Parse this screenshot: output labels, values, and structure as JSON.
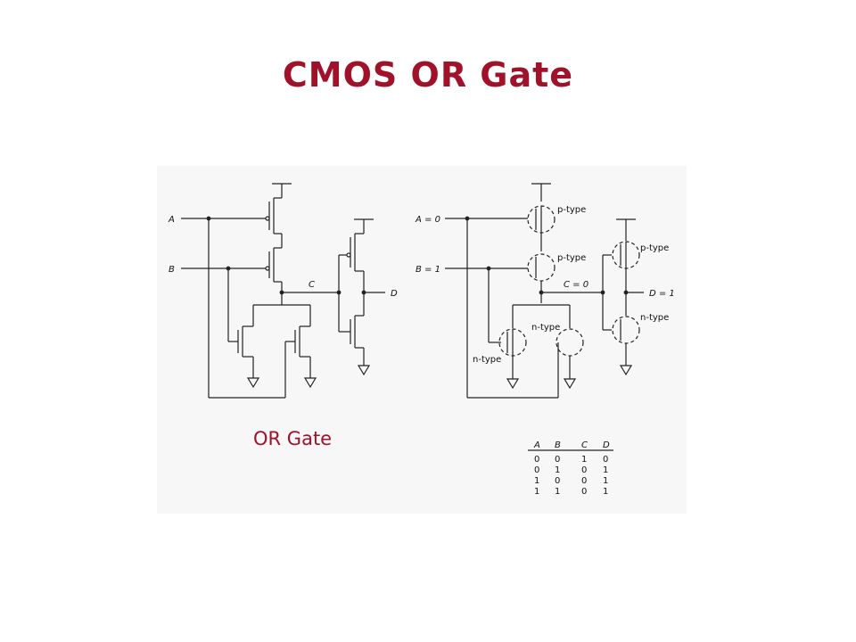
{
  "slide": {
    "title": "CMOS OR Gate",
    "caption": "OR Gate",
    "title_color": "#a0122a",
    "caption_color": "#a0122a"
  },
  "left_circuit": {
    "input_a": "A",
    "input_b": "B",
    "node_c": "C",
    "output_d": "D"
  },
  "right_circuit": {
    "input_a": "A = 0",
    "input_b": "B = 1",
    "node_c": "C = 0",
    "output_d": "D = 1",
    "pull_up_top": "p-type",
    "pull_up_mid": "p-type",
    "inverter_p": "p-type",
    "inverter_n": "n-type",
    "pull_down_left": "n-type",
    "pull_down_right": "n-type"
  },
  "truth_table": {
    "headers": [
      "A",
      "B",
      "C",
      "D"
    ],
    "rows": [
      [
        "0",
        "0",
        "1",
        "0"
      ],
      [
        "0",
        "1",
        "0",
        "1"
      ],
      [
        "1",
        "0",
        "0",
        "1"
      ],
      [
        "1",
        "1",
        "0",
        "1"
      ]
    ]
  }
}
